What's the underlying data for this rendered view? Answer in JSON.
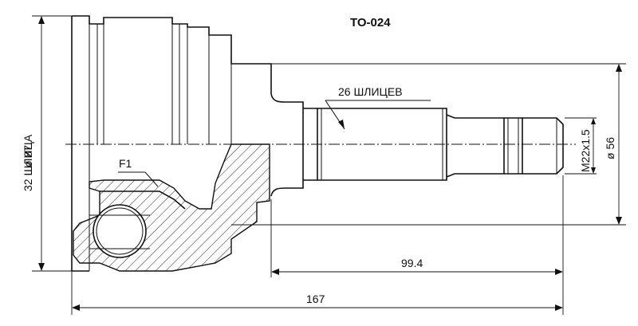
{
  "part_number": "TO-024",
  "labels": {
    "splines_outer": "32 ШЛИЦА",
    "dia_outer": "ø 87",
    "splines_shaft": "26 ШЛИЦЕВ",
    "thread": "M22x1.5",
    "dia_seal": "ø 56",
    "length_shaft": "99.4",
    "length_total": "167",
    "detail": "F1"
  },
  "colors": {
    "line": "#111111",
    "background": "#ffffff"
  }
}
